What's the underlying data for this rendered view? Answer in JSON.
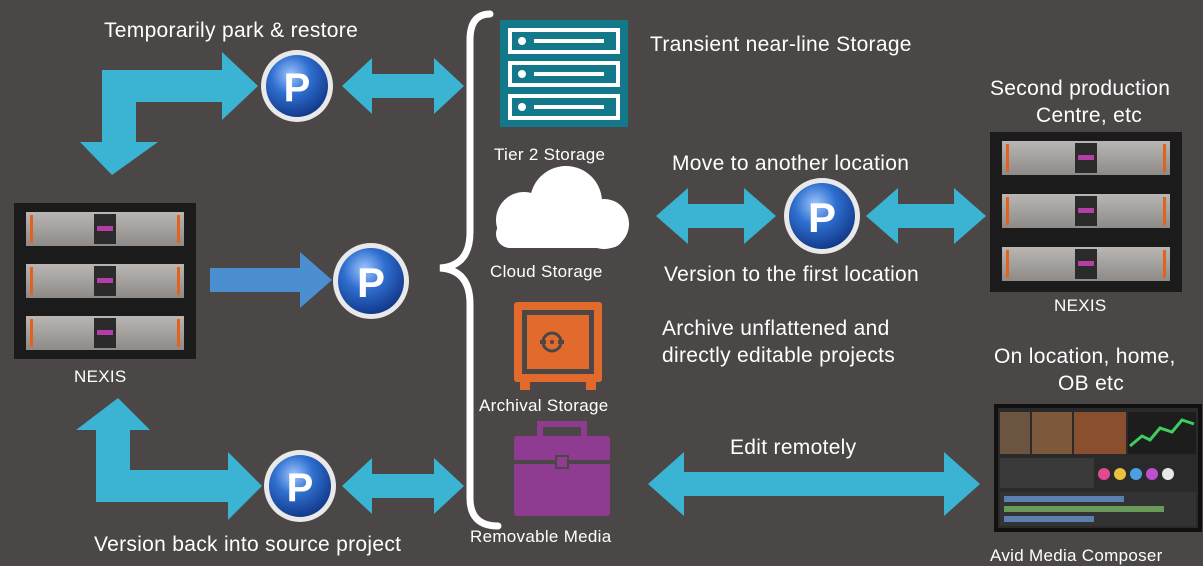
{
  "labels": {
    "temp_park": "Temporarily park & restore",
    "transient": "Transient near-line Storage",
    "tier2": "Tier 2 Storage",
    "cloud": "Cloud Storage",
    "archival": "Archival Storage",
    "removable": "Removable Media",
    "nexis_left": "NEXIS",
    "nexis_right": "NEXIS",
    "second_prod_1": "Second production",
    "second_prod_2": "Centre, etc",
    "move": "Move to another location",
    "version_first": "Version to the first location",
    "archive_1": "Archive unflattened and",
    "archive_2": "directly editable projects",
    "on_location_1": "On location, home,",
    "on_location_2": "OB etc",
    "edit_remote": "Edit remotely",
    "version_back": "Version back into source project",
    "avid": "Avid Media Composer",
    "p_badge": "P"
  },
  "colors": {
    "background": "#4a4746",
    "arrow": "#3bb4d3",
    "arrow_blue": "#4c8fd0",
    "storage_teal": "#13798a",
    "archival_orange": "#e26a2c",
    "removable_purple": "#8f3b91",
    "badge_blue": "#1f5eb5"
  },
  "icons": [
    "server-icon",
    "cloud-icon",
    "safe-icon",
    "briefcase-icon",
    "nexis-rack-icon",
    "p-badge-icon",
    "monitor-icon"
  ]
}
